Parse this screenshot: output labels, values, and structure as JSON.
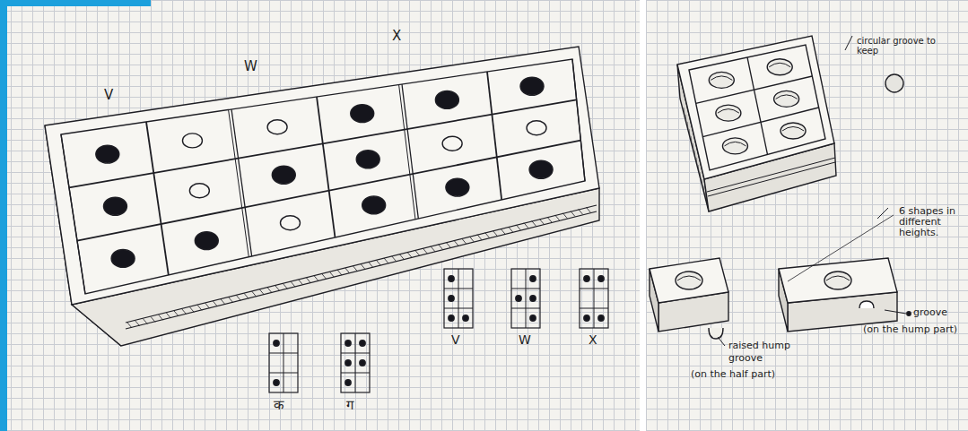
{
  "diagram": {
    "labels": [
      "V",
      "W",
      "X",
      "V",
      "W",
      "X",
      "क",
      "ग",
      "circular groove to keep",
      "6 shapes in different heights.",
      "raised hump",
      "groove",
      "(on the half part)",
      "groove",
      "(on the hump part)"
    ]
  }
}
